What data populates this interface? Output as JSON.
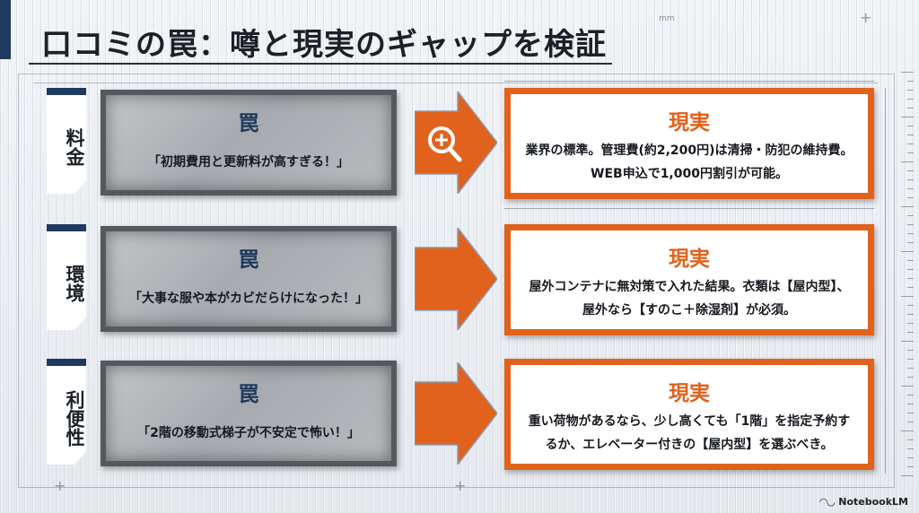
{
  "title": "口コミの罠：噂と現実のギャップを検証",
  "rows": [
    {
      "category": "料金",
      "trap_title": "罠",
      "trap_quote": "「初期費用と更新料が高すぎる！」",
      "reality_title": "現実",
      "reality_text": "業界の標準。管理費(約2,200円)は清掃・防犯の維持費。WEB申込で1,000円割引が可能。",
      "arrow_icon": "magnifier-plus-icon"
    },
    {
      "category": "環境",
      "trap_title": "罠",
      "trap_quote": "「大事な服や本がカビだらけになった！」",
      "reality_title": "現実",
      "reality_text": "屋外コンテナに無対策で入れた結果。衣類は【屋内型】、屋外なら【すのこ＋除湿剤】が必須。"
    },
    {
      "category": "利便性",
      "trap_title": "罠",
      "trap_quote": "「2階の移動式梯子が不安定で怖い！」",
      "reality_title": "現実",
      "reality_text": "重い荷物があるなら、少し高くても「1階」を指定予約するか、エレベーター付きの【屋内型】を選ぶべき。"
    }
  ],
  "ruler_unit": "mm",
  "footer": "NotebookLM",
  "colors": {
    "accent_orange": "#e0621c",
    "navy": "#1e3a5f",
    "frame_gray": "#55595f"
  }
}
